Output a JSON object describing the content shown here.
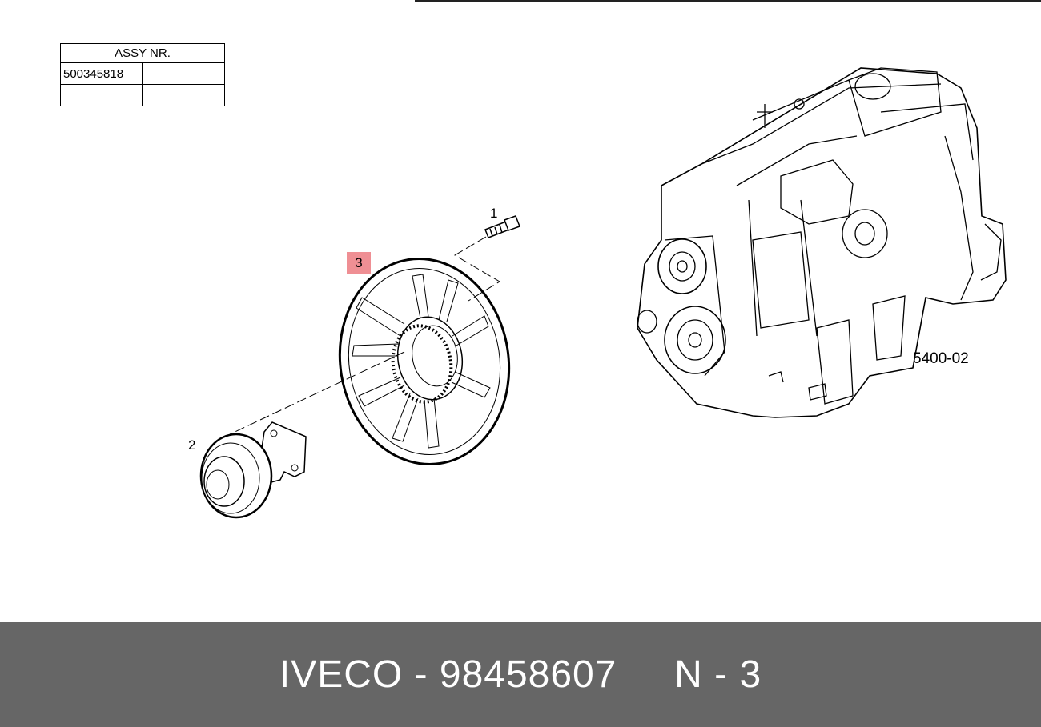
{
  "assy_table": {
    "header": "ASSY NR.",
    "rows": [
      [
        "500345818",
        ""
      ],
      [
        "",
        ""
      ]
    ]
  },
  "callouts": {
    "bolt": "1",
    "clutch": "2",
    "fan": "3"
  },
  "sheet_code": "5400-02",
  "banner": {
    "text": "IVECO - 98458607     N - 3"
  },
  "colors": {
    "banner_bg": "#666666",
    "highlight": "#ef8f94"
  }
}
